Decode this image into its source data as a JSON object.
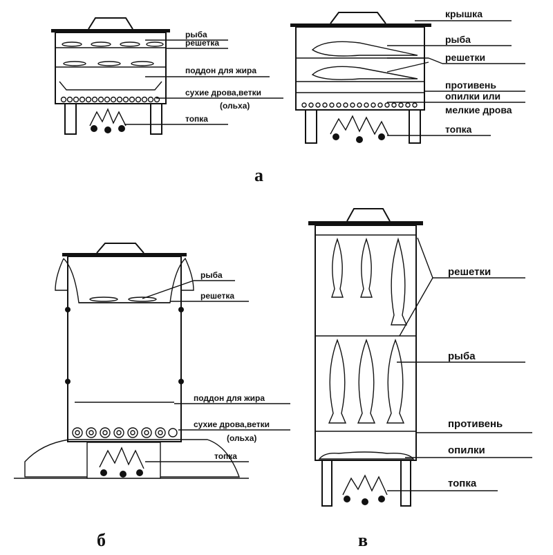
{
  "diagram_a": {
    "caption": "а",
    "left_labels": {
      "fish": "рыба",
      "grate": "решетка",
      "fat_tray": "поддон для жира",
      "dry_wood": "сухие дрова,ветки",
      "alder": "(ольха)",
      "firebox": "топка"
    },
    "right_labels": {
      "lid": "крышка",
      "fish": "рыба",
      "grates": "решетки",
      "baking_sheet": "противень",
      "sawdust": "опилки или",
      "small_wood": "мелкие дрова",
      "firebox": "топка"
    }
  },
  "diagram_b": {
    "caption": "б",
    "labels": {
      "fish": "рыба",
      "grate": "решетка",
      "fat_tray": "поддон для жира",
      "dry_wood": "сухие дрова,ветки",
      "alder": "(ольха)",
      "firebox": "топка"
    }
  },
  "diagram_v": {
    "caption": "в",
    "labels": {
      "grates": "решетки",
      "fish": "рыба",
      "baking_sheet": "противень",
      "sawdust": "опилки",
      "firebox": "топка"
    }
  }
}
